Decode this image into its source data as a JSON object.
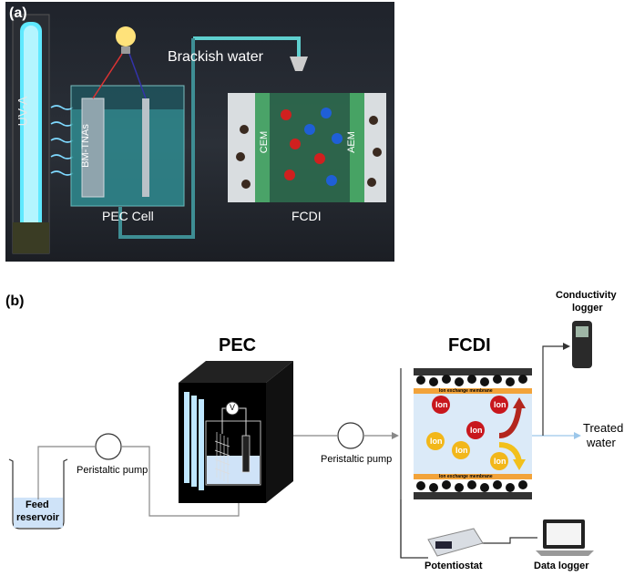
{
  "panel_a": {
    "tag": "(a)",
    "uv_label": "UV-A",
    "bm_label": "BM-TNAs",
    "pec_cell_label": "PEC Cell",
    "brackish_label": "Brackish water",
    "cem_label": "CEM",
    "aem_label": "AEM",
    "fcdi_label": "FCDI"
  },
  "panel_b": {
    "tag": "(b)",
    "pec_title": "PEC",
    "fcdi_title": "FCDI",
    "feed_label_1": "Feed",
    "feed_label_2": "reservoir",
    "pump1_label": "Peristaltic pump",
    "pump2_label": "Peristaltic pump",
    "conductivity_label_1": "Conductivity",
    "conductivity_label_2": "logger",
    "treated_label_1": "Treated",
    "treated_label_2": "water",
    "membrane_top": "Ion exchange membrane",
    "membrane_bottom": "Ion exchange membrane",
    "ion_text": "Ion",
    "voltmeter": "V",
    "potentiostat_label": "Potentiostat",
    "datalogger_label": "Data logger"
  },
  "colors": {
    "cation": "#c8171d",
    "anion": "#f2b71a",
    "water": "#9fd3ee",
    "membrane": "#f2a33a",
    "arrow_red": "#b3261e",
    "arrow_yellow": "#f2c01a"
  }
}
